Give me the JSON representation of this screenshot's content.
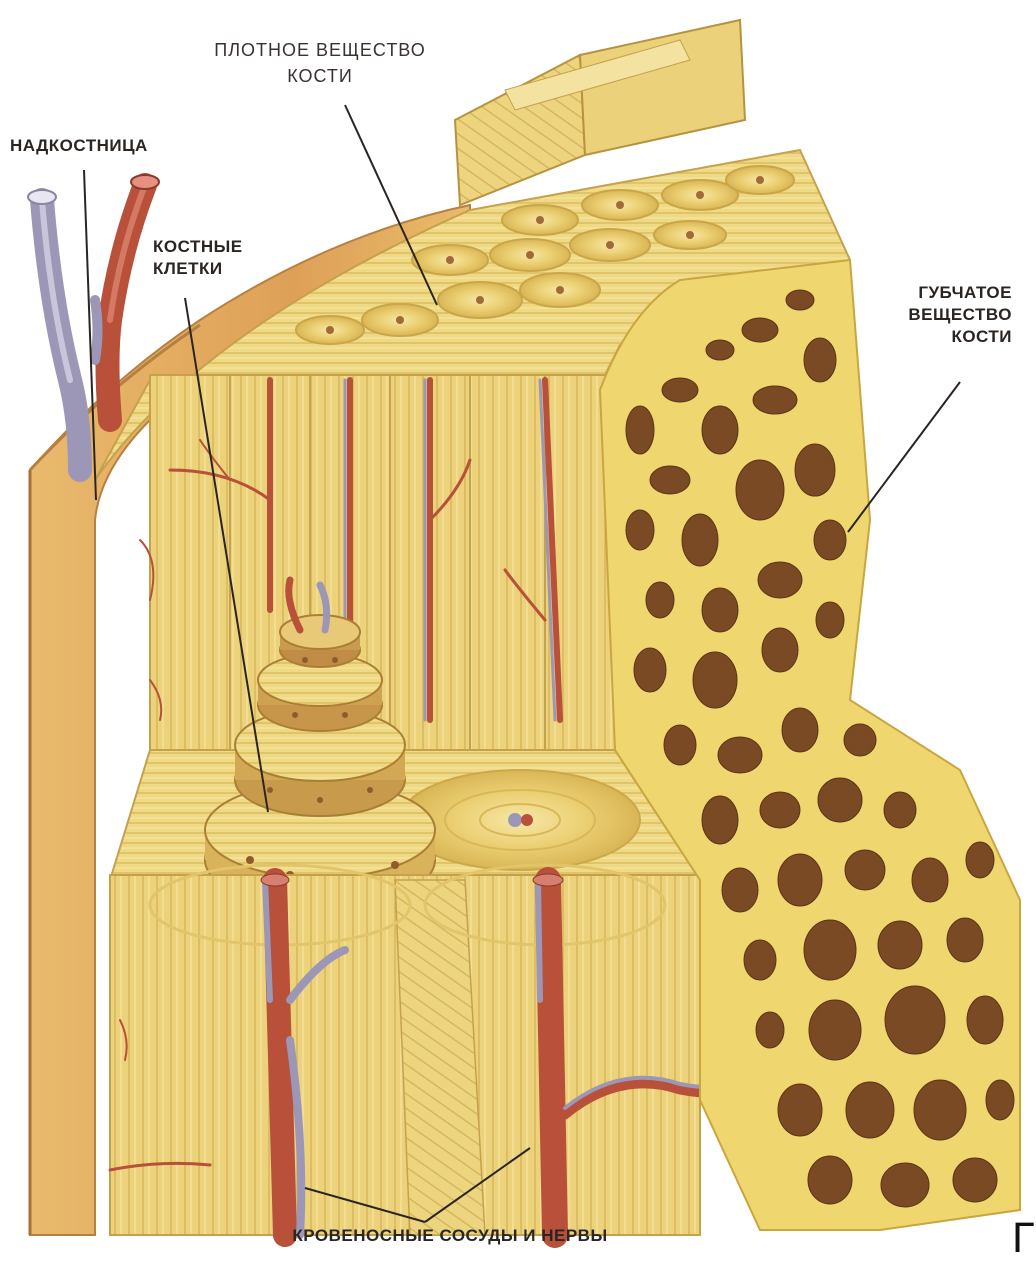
{
  "labels": {
    "compact_line1": "ПЛОТНОЕ ВЕЩЕСТВО",
    "compact_line2": "КОСТИ",
    "periosteum": "НАДКОСТНИЦА",
    "bone_cells_line1": "КОСТНЫЕ",
    "bone_cells_line2": "КЛЕТКИ",
    "spongy_line1": "ГУБЧАТОЕ",
    "spongy_line2": "ВЕЩЕСТВО",
    "spongy_line3": "КОСТИ",
    "vessels": "КРОВЕНОСНЫЕ СОСУДЫ И НЕРВЫ",
    "corner_char": "Г"
  },
  "colors": {
    "bone_light": "#f1dc8a",
    "bone_mid": "#e5c25c",
    "bone_dark": "#c9a040",
    "periosteum": "#e0a55a",
    "artery": "#b8503a",
    "vein": "#9c97b6",
    "pore": "#7a4a24",
    "leader": "#2b2522"
  }
}
